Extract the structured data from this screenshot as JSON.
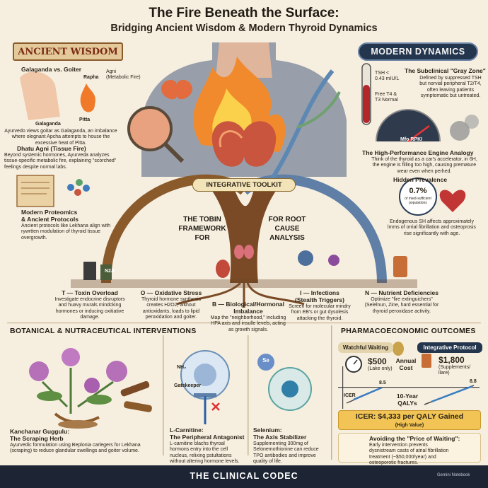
{
  "header": {
    "title": "The Fire Beneath the Surface:",
    "subtitle": "Bridging Ancient Wisdom & Modern Thyroid Dynamics"
  },
  "ancient": {
    "banner": "ANCIENT WISDOM",
    "galaganda_title": "Galaganda vs. Goiter",
    "rapha": "Rapha",
    "pitta": "Pitta",
    "galaganda": "Galaganda",
    "agni": "Agni\n(Metabolic Fire)",
    "galaganda_text": "Ayurvedo views goitar as Galaganda, an imbalance where olegnant Apcha attempts to house the excessive heat of Pitta.",
    "dhatu_title": "Dhatu Agni (Tissue Fire)",
    "dhatu_text": "Beyond systemic hormones, Ayurveda analyzes tissue-specific metabolic fire, explaining \"scorched\" feelings despite normal labs.",
    "proteomics_title": "Modern Proteomics\n& Ancient Protocols",
    "proteomics_text": "Ancient protocols like Lekhana align with rywrtten modulation of thyroid tissue overgrowth."
  },
  "modern": {
    "banner": "MODERN DYNAMICS",
    "tsh_label": "TSH <\n0.43 mIU/L",
    "free_label": "Free T4 &\nT3 Normal",
    "gray_title": "The Subclinical \"Gray Zone\"",
    "gray_text": "Defined by suppressed TSH but norvial peripheral T2/T4, often leaving patients symptomatic but untreated.",
    "gauge_label": "Mfo RPKI",
    "engine_title": "The High-Performance Engine Analogy",
    "engine_text": "Think of the thyroid as a car's accelerator, in 6H, the engine is filling too high, causing premature wear even when perhed.",
    "prevalence_title": "Hidden Prevalence",
    "prevalence_value": "0.7%",
    "prevalence_sub": "of mied-sufficient populations",
    "prevalence_text": "Endogenous SH affects approximately lmms of orrial fibrillation and osteoprosis rise significantly with age."
  },
  "toolkit": {
    "label": "INTEGRATIVE TOOLKIT",
    "left_text": "THE TOBIN\nFRAMEWORK\nFOR",
    "right_text": "FOR ROOT\nCAUSE\nANALYSIS",
    "items": [
      {
        "title": "T — Toxin Overload",
        "text": "Investigate endocrine disruptors and huavy murals mindcking hormones or inducing oxitiative damage."
      },
      {
        "title": "O — Oxidative Stress",
        "text": "Thyroid hormone synthesis creates H2O2, without antioxidants, loads to lipid peroxidation and goiter."
      },
      {
        "title": "B — Biological/Hormonal\nImbalance",
        "text": "Map the \"neighborhood,\" including HPA axis and insulle levels, acting as growth signals."
      },
      {
        "title": "I — Infections\n(Stealth Triggers)",
        "text": "Screen for molecular mindry from EB's or gut dysolesis attacking the thyroid."
      },
      {
        "title": "N — Nutrient Deficiencies",
        "text": "Optimize \"fire extinguichers\" (Selelnun, Zine, hard essential for thyroid peroxidase activity."
      }
    ],
    "barrel_label": "N2A"
  },
  "botanical": {
    "heading": "BOTANICAL & NUTRACEUTICAL INTERVENTIONS",
    "kanchanar_title": "Kanchanar Guggulu:\nThe Scraping Herb",
    "kanchanar_text": "Ayurvedic formulation using Beplonia carlegers for Lekhana (scraping) to reduce glandular swellings and goiter volume.",
    "gatekeeper": "Gatekeeper",
    "nh_label": "NH₂",
    "carnitine_title": "L-Carnitine:\nThe Peripheral Antagonist",
    "carnitine_text": "L-carnitine blachs thyroal hormons entry into the cell nucleus, relixing pstultations without altering hormone levels.",
    "se_label": "Se",
    "selenium_title": "Selenium:\nThe Axis Stabilizer",
    "selenium_text": "Supplementing 300mg of Selonemothionine can reduce TPO antibodies and improve quality of life."
  },
  "pharma": {
    "heading": "PHARMACOECONOMIC OUTCOMES",
    "watchful_label": "Watchful Waiting",
    "integrative_label": "Integrative Protocol",
    "watch_cost": "$500",
    "watch_cost_sub": "(Lake only)",
    "annual_cost": "Annual\nCost",
    "integ_cost": "$1,800",
    "integ_cost_sub": "(Supplements/\nllare)",
    "icer_axis": "ICER",
    "qaly_label": "10-Year\nQALYs",
    "watch_qaly": "8.5",
    "integ_qaly": "8.8",
    "icer_value": "ICER: $4,333 per QALY Gained",
    "icer_sub": "(High Value)",
    "avoid_title": "Avoiding the \"Price of Waiting\":",
    "avoid_text": "Early intervention prevents dysnistream casts of atrial fibrillation treatment (~$50,000/year) and osteoporotic fractures."
  },
  "footer": {
    "brand": "THE CLINICAL CODEC",
    "notebook": "Gemini Notebook"
  },
  "colors": {
    "fire": "#e8562a",
    "thyroid": "#c9553f",
    "modern_blue": "#24364e",
    "tree_brown": "#7a4a26",
    "icer_bar": "#f2c455",
    "footer": "#1d2434"
  }
}
